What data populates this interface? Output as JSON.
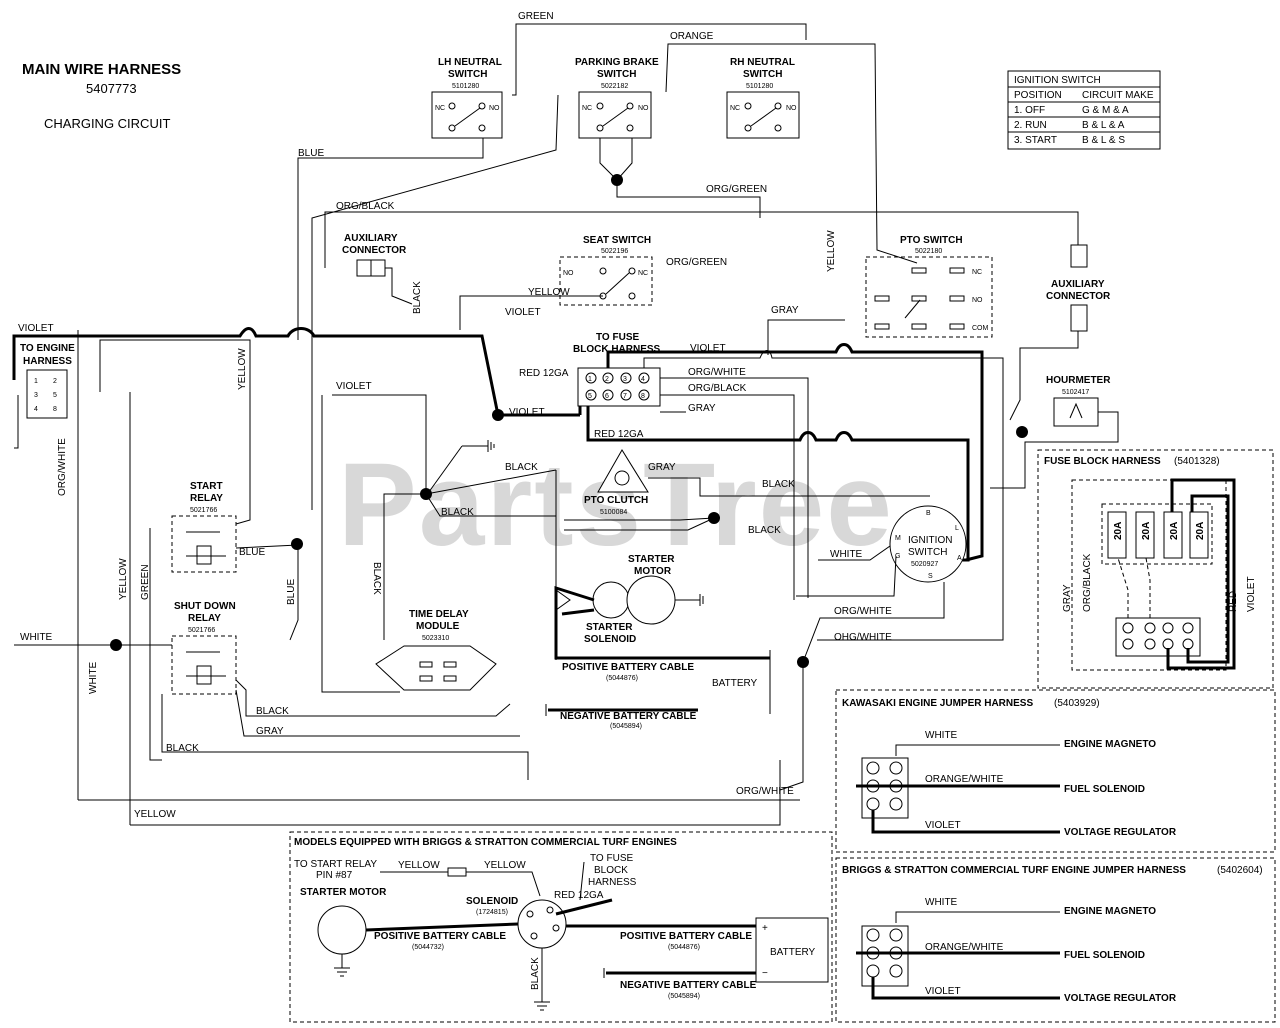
{
  "header": {
    "title": "MAIN WIRE HARNESS",
    "part_number": "5407773",
    "subtitle": "CHARGING CIRCUIT"
  },
  "watermark": "PartsTree",
  "ignition_table": {
    "title": "IGNITION SWITCH",
    "headers": [
      "POSITION",
      "CIRCUIT MAKE"
    ],
    "rows": [
      [
        "1. OFF",
        "G & M & A"
      ],
      [
        "2. RUN",
        "B & L & A"
      ],
      [
        "3. START",
        "B & L & S"
      ]
    ]
  },
  "components": {
    "lh_neutral": {
      "name_1": "LH NEUTRAL",
      "name_2": "SWITCH",
      "part": "5101280"
    },
    "parking_brake": {
      "name_1": "PARKING BRAKE",
      "name_2": "SWITCH",
      "part": "5022182"
    },
    "rh_neutral": {
      "name_1": "RH NEUTRAL",
      "name_2": "SWITCH",
      "part": "5101280"
    },
    "aux_left": {
      "name_1": "AUXILIARY",
      "name_2": "CONNECTOR"
    },
    "aux_right": {
      "name_1": "AUXILIARY",
      "name_2": "CONNECTOR"
    },
    "seat_switch": {
      "name": "SEAT SWITCH",
      "part": "5022196"
    },
    "pto_switch": {
      "name": "PTO SWITCH",
      "part": "5022180"
    },
    "hourmeter": {
      "name": "HOURMETER",
      "part": "5102417"
    },
    "engine_harness": {
      "name_1": "TO ENGINE",
      "name_2": "HARNESS"
    },
    "fuse_block_to": {
      "name_1": "TO FUSE",
      "name_2": "BLOCK HARNESS"
    },
    "pto_clutch": {
      "name": "PTO CLUTCH",
      "part": "5100084"
    },
    "start_relay": {
      "name_1": "START",
      "name_2": "RELAY",
      "part": "5021766"
    },
    "shutdown_relay": {
      "name_1": "SHUT DOWN",
      "name_2": "RELAY",
      "part": "5021766"
    },
    "time_delay": {
      "name_1": "TIME DELAY",
      "name_2": "MODULE",
      "part": "5023310"
    },
    "starter_motor": {
      "name_1": "STARTER",
      "name_2": "MOTOR"
    },
    "starter_solenoid": {
      "name_1": "STARTER",
      "name_2": "SOLENOID"
    },
    "ignition_switch": {
      "name_1": "IGNITION",
      "name_2": "SWITCH",
      "part": "5020927"
    },
    "pos_cable": {
      "name": "POSITIVE BATTERY CABLE",
      "part": "(5044876)"
    },
    "neg_cable": {
      "name": "NEGATIVE BATTERY CABLE",
      "part": "(5045894)"
    },
    "battery": {
      "name": "BATTERY"
    }
  },
  "wire_labels": {
    "green": "GREEN",
    "orange": "ORANGE",
    "blue": "BLUE",
    "org_black": "ORG/BLACK",
    "org_green": "ORG/GREEN",
    "yellow": "YELLOW",
    "violet": "VIOLET",
    "gray": "GRAY",
    "black": "BLACK",
    "red_12ga": "RED 12GA",
    "org_white": "ORG/WHITE",
    "white": "WHITE",
    "ohg_white": "OHG/WHITE",
    "orgwhite_vert": "ORG/WHITE",
    "ign_terms": [
      "B",
      "M",
      "G",
      "L",
      "S",
      "A"
    ],
    "pin_nums": [
      "1",
      "2",
      "3",
      "4",
      "5",
      "6",
      "7",
      "8"
    ]
  },
  "switch_terms": {
    "no": "NO",
    "nc": "NC",
    "com": "COM"
  },
  "fuse_block": {
    "title": "FUSE BLOCK HARNESS",
    "part": "(5401328)",
    "fuses": [
      "20A",
      "20A",
      "20A",
      "20A"
    ],
    "wires": [
      "GRAY",
      "ORG/BLACK",
      "VIOLET",
      "RED"
    ]
  },
  "kawasaki": {
    "title": "KAWASAKI ENGINE JUMPER HARNESS",
    "part": "(5403929)",
    "wires": [
      "WHITE",
      "ORANGE/WHITE",
      "VIOLET"
    ],
    "targets": [
      "ENGINE MAGNETO",
      "FUEL SOLENOID",
      "VOLTAGE REGULATOR"
    ]
  },
  "briggs_jumper": {
    "title": "BRIGGS & STRATTON COMMERCIAL TURF ENGINE JUMPER HARNESS",
    "part": "(5402604)",
    "wires": [
      "WHITE",
      "ORANGE/WHITE",
      "VIOLET"
    ],
    "targets": [
      "ENGINE MAGNETO",
      "FUEL SOLENOID",
      "VOLTAGE REGULATOR"
    ]
  },
  "briggs_models": {
    "title": "MODELS EQUIPPED WITH BRIGGS & STRATTON COMMERCIAL TURF ENGINES",
    "to_start_relay": "TO START RELAY",
    "pin": "PIN #87",
    "yellow_1": "YELLOW",
    "yellow_2": "YELLOW",
    "to_fuse_1": "TO FUSE",
    "to_fuse_2": "BLOCK",
    "to_fuse_3": "HARNESS",
    "starter_motor": "STARTER MOTOR",
    "solenoid": "SOLENOID",
    "solenoid_part": "(1724815)",
    "red": "RED 12GA",
    "pos_cable_1": "POSITIVE BATTERY CABLE",
    "pos_part_1": "(5044732)",
    "pos_cable_2": "POSITIVE BATTERY CABLE",
    "pos_part_2": "(5044876)",
    "neg_cable": "NEGATIVE BATTERY CABLE",
    "neg_part": "(5045894)",
    "black": "BLACK",
    "battery": "BATTERY"
  }
}
